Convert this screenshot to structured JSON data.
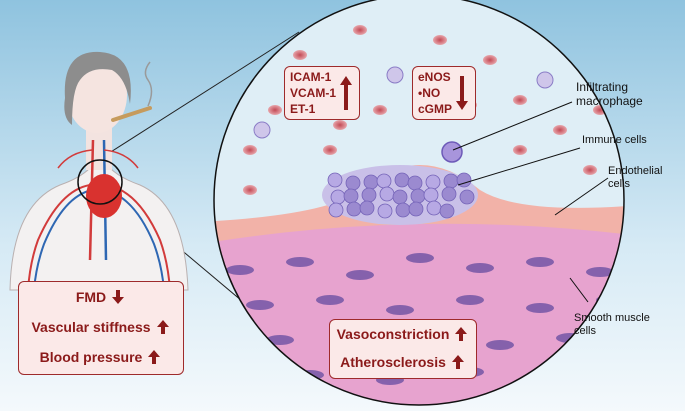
{
  "colors": {
    "accent": "#8b1a1a",
    "box_fill": "#fbe9e8",
    "muscle": "#e8a0c8",
    "endothelium": "#f4b0a8",
    "macrophage": "#9b8ad0"
  },
  "left_box": {
    "items": [
      {
        "label": "FMD",
        "direction": "down"
      },
      {
        "label": "Vascular stiffness",
        "direction": "up"
      },
      {
        "label": "Blood pressure",
        "direction": "up"
      }
    ]
  },
  "box_adhesion": {
    "items": [
      {
        "label": "ICAM-1"
      },
      {
        "label": "VCAM-1"
      },
      {
        "label": "ET-1"
      }
    ],
    "direction": "up"
  },
  "box_nitric": {
    "items": [
      {
        "label": "eNOS"
      },
      {
        "label": "•NO"
      },
      {
        "label": "cGMP"
      }
    ],
    "direction": "down"
  },
  "box_bottom": {
    "items": [
      {
        "label": "Vasoconstriction",
        "direction": "up"
      },
      {
        "label": "Atherosclerosis",
        "direction": "up"
      }
    ]
  },
  "labels": {
    "macrophage": "Infiltrating macrophage",
    "immune": "Immune cells",
    "endothelial": "Endothelial cells",
    "smooth_muscle": "Smooth muscle cells"
  }
}
